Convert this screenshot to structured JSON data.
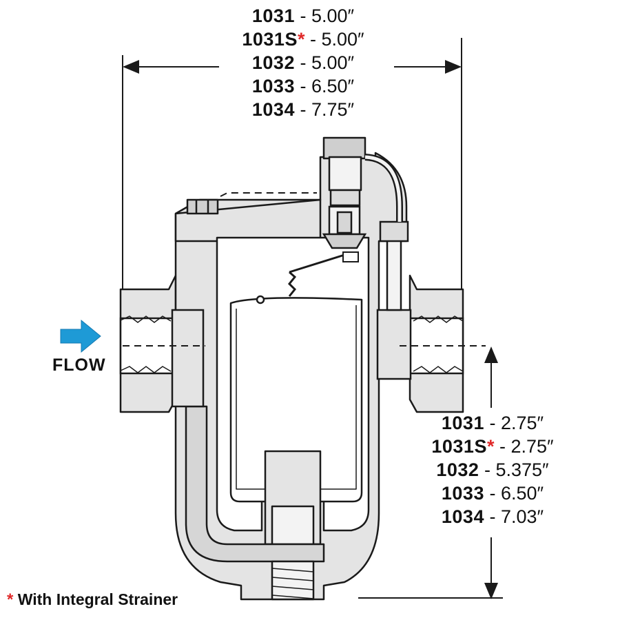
{
  "top_dimensions": {
    "rows": [
      {
        "model": "1031",
        "asterisk": "",
        "value": "5.00″"
      },
      {
        "model": "1031S",
        "asterisk": "*",
        "value": "5.00″"
      },
      {
        "model": "1032",
        "asterisk": "",
        "value": "5.00″"
      },
      {
        "model": "1033",
        "asterisk": "",
        "value": "6.50″"
      },
      {
        "model": "1034",
        "asterisk": "",
        "value": "7.75″"
      }
    ]
  },
  "bottom_dimensions": {
    "rows": [
      {
        "model": "1031",
        "asterisk": "",
        "value": "2.75″"
      },
      {
        "model": "1031S",
        "asterisk": "*",
        "value": "2.75″"
      },
      {
        "model": "1032",
        "asterisk": "",
        "value": "5.375″"
      },
      {
        "model": "1033",
        "asterisk": "",
        "value": "6.50″"
      },
      {
        "model": "1034",
        "asterisk": "",
        "value": "7.03″"
      }
    ]
  },
  "separator": "-",
  "flow_label": "FLOW",
  "footnote": {
    "asterisk": "*",
    "text": "With Integral Strainer"
  },
  "colors": {
    "flow_arrow": "#1e9ad6",
    "asterisk": "#e02828",
    "body_fill": "#e4e4e4",
    "outline": "#1a1a1a"
  },
  "icons": {
    "flow": "right-arrow-icon"
  }
}
